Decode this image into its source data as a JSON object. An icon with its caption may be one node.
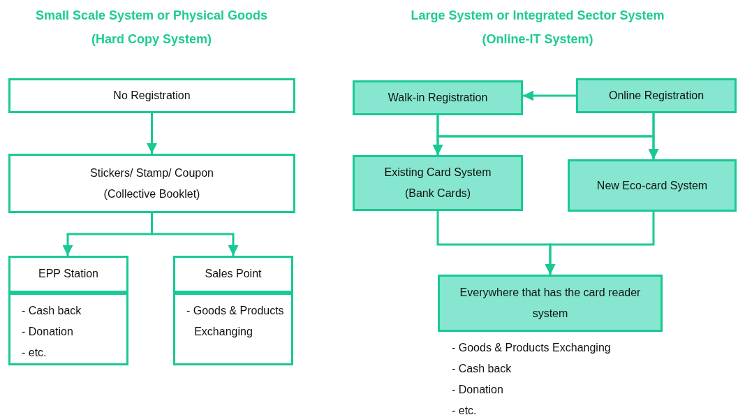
{
  "diagram": {
    "nodes": [
      {
        "text": [
          "No Registration"
        ]
      },
      {
        "text": [
          "Stickers/ Stamp/ Coupon",
          "(Collective Booklet)"
        ]
      },
      {
        "text": [
          "EPP Station",
          "- Cash back",
          "- Donation",
          "- etc."
        ]
      },
      {
        "text": [
          "Sales Point",
          "- Goods & Products Exchanging"
        ]
      },
      {
        "text": [
          "Walk-in Registration"
        ]
      },
      {
        "text": [
          "Online Registration"
        ]
      },
      {
        "text": [
          "Existing Card System",
          "(Bank Cards)"
        ]
      },
      {
        "text": [
          "New Eco-card System"
        ]
      },
      {
        "text": [
          "Everywhere that has the card reader system"
        ],
        "beside": [
          "- Goods & Products Exchanging",
          "- Cash back",
          "- Donation",
          "- etc."
        ]
      }
    ],
    "edges": [
      {
        "from": 0,
        "to": 1,
        "arrow": "to"
      },
      {
        "from": 1,
        "to": 2,
        "arrow": "to"
      },
      {
        "from": 1,
        "to": 3,
        "arrow": "to"
      },
      {
        "from": 5,
        "to": 4,
        "arrow": "to"
      },
      {
        "from": 4,
        "to": 6,
        "arrow": "to"
      },
      {
        "from": 4,
        "to": 7,
        "arrow": "to"
      },
      {
        "from": 5,
        "to": 6,
        "arrow": "to"
      },
      {
        "from": 5,
        "to": 7,
        "arrow": "to"
      },
      {
        "from": 6,
        "to": 8,
        "arrow": "to"
      },
      {
        "from": 7,
        "to": 8,
        "arrow": "to"
      }
    ],
    "labels": [
      "Small Scale System or Physical Goods",
      "(Hard Copy System)",
      "Large System or Integrated Sector System",
      "(Online-IT System)"
    ]
  }
}
